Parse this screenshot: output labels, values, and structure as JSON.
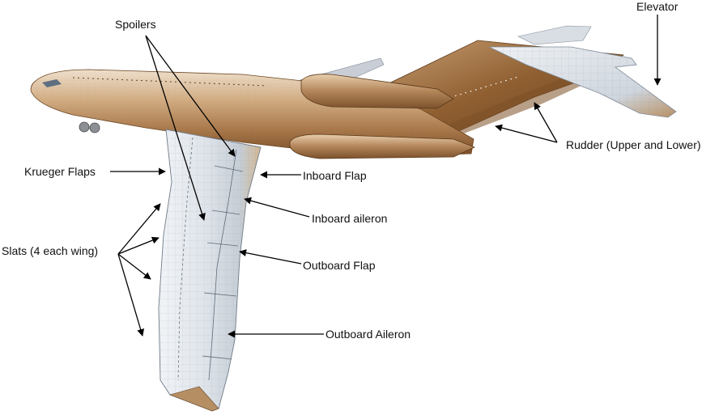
{
  "labels": {
    "spoilers": "Spoilers",
    "elevator": "Elevator",
    "rudder": "Rudder (Upper and Lower)",
    "krueger_flaps": "Krueger Flaps",
    "inboard_flap": "Inboard Flap",
    "inboard_aileron": "Inboard aileron",
    "slats": "Slats (4 each wing)",
    "outboard_flap": "Outboard Flap",
    "outboard_aileron": "Outboard Aileron"
  },
  "colors": {
    "skin_light": "#e4e9ef",
    "skin_mid": "#b7c1cc",
    "bronze_light": "#e2c29a",
    "bronze_dark": "#8a5a2c",
    "mesh": "#8593a3",
    "leader": "#000000"
  }
}
